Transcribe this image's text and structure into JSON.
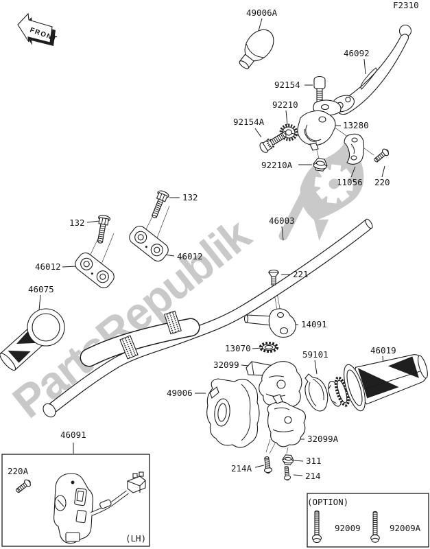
{
  "page": {
    "code": "F2310"
  },
  "front_marker": {
    "label": "FRONT"
  },
  "watermark": {
    "text": "PartsRepublik"
  },
  "callouts": [
    {
      "part": "49006A"
    },
    {
      "part": "46092"
    },
    {
      "part": "92154"
    },
    {
      "part": "92210"
    },
    {
      "part": "92154A"
    },
    {
      "part": "13280"
    },
    {
      "part": "92210A"
    },
    {
      "part": "11056"
    },
    {
      "part": "220"
    },
    {
      "part": "132"
    },
    {
      "part": "132"
    },
    {
      "part": "46012"
    },
    {
      "part": "46012"
    },
    {
      "part": "46003"
    },
    {
      "part": "221"
    },
    {
      "part": "46075"
    },
    {
      "part": "14091"
    },
    {
      "part": "13070"
    },
    {
      "part": "59101"
    },
    {
      "part": "46019"
    },
    {
      "part": "32099"
    },
    {
      "part": "49006"
    },
    {
      "part": "32099A"
    },
    {
      "part": "311"
    },
    {
      "part": "214A"
    },
    {
      "part": "214"
    },
    {
      "part": "46091"
    },
    {
      "part": "220A"
    },
    {
      "part": "92009"
    },
    {
      "part": "92009A"
    }
  ],
  "insets": {
    "lh": {
      "caption": "(LH)"
    },
    "option": {
      "caption": "(OPTION)"
    }
  }
}
